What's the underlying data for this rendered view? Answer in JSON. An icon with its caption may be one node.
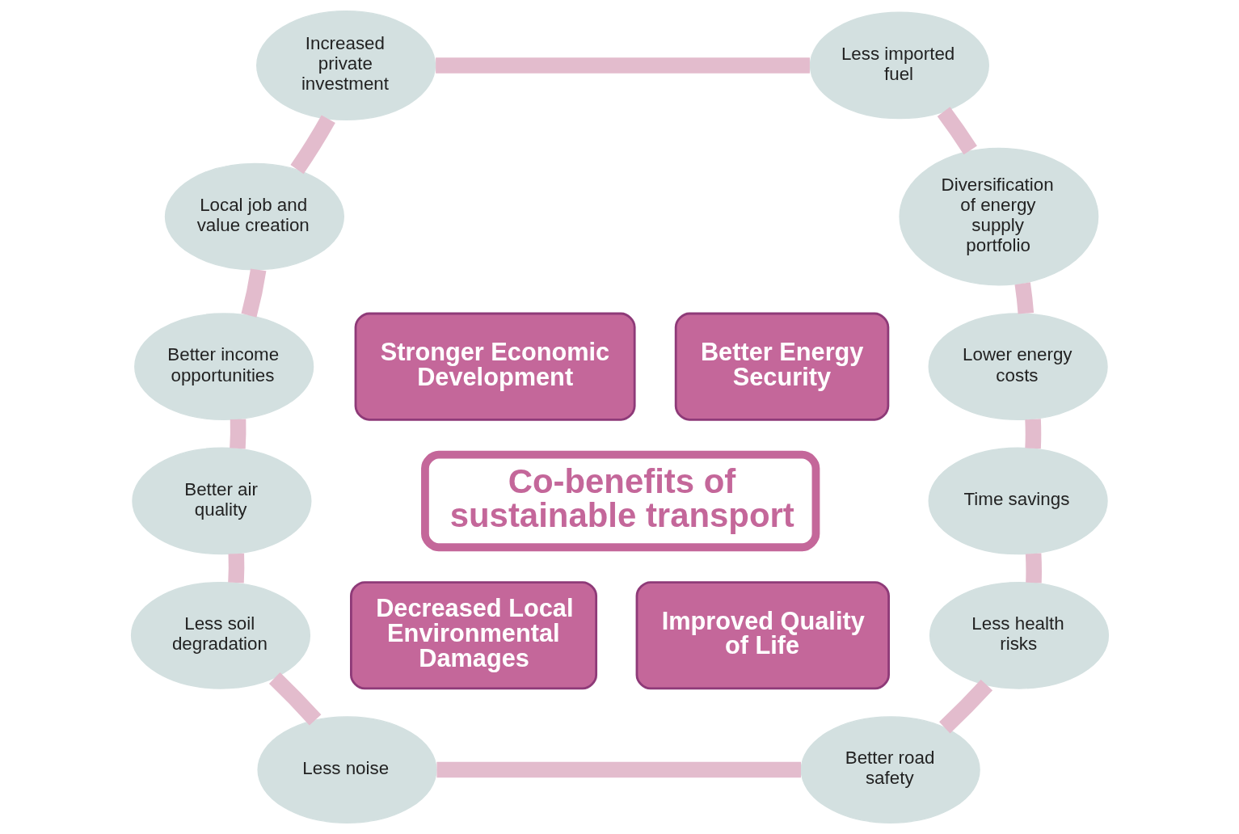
{
  "diagram": {
    "nodes": [
      {
        "text": [
          "Co-benefits of sustainable transport"
        ]
      },
      {
        "text": [
          "Stronger Economic Development"
        ]
      },
      {
        "text": [
          "Better Energy Security"
        ]
      },
      {
        "text": [
          "Decreased Local Environmental Damages"
        ]
      },
      {
        "text": [
          "Improved Quality of Life"
        ]
      },
      {
        "text": [
          "Local job and value creation"
        ]
      },
      {
        "text": [
          "Increased private investment"
        ]
      },
      {
        "text": [
          "Less imported fuel"
        ]
      },
      {
        "text": [
          "Diversification of energy supply portfolio"
        ]
      },
      {
        "text": [
          "Lower energy costs"
        ]
      },
      {
        "text": [
          "Time savings"
        ]
      },
      {
        "text": [
          "Less health risks"
        ]
      },
      {
        "text": [
          "Better road safety"
        ]
      },
      {
        "text": [
          "Less noise"
        ]
      },
      {
        "text": [
          "Less soil degradation"
        ]
      },
      {
        "text": [
          "Better air quality"
        ]
      },
      {
        "text": [
          "Better income opportunities"
        ]
      }
    ],
    "edges": [
      {
        "from": 5,
        "to": 6,
        "arrow": "none"
      },
      {
        "from": 6,
        "to": 7,
        "arrow": "none"
      },
      {
        "from": 7,
        "to": 8,
        "arrow": "none"
      },
      {
        "from": 8,
        "to": 9,
        "arrow": "none"
      },
      {
        "from": 9,
        "to": 10,
        "arrow": "none"
      },
      {
        "from": 10,
        "to": 11,
        "arrow": "none"
      },
      {
        "from": 11,
        "to": 12,
        "arrow": "none"
      },
      {
        "from": 12,
        "to": 13,
        "arrow": "none"
      },
      {
        "from": 13,
        "to": 14,
        "arrow": "none"
      },
      {
        "from": 14,
        "to": 15,
        "arrow": "none"
      },
      {
        "from": 15,
        "to": 16,
        "arrow": "none"
      },
      {
        "from": 16,
        "to": 5,
        "arrow": "none"
      }
    ]
  }
}
